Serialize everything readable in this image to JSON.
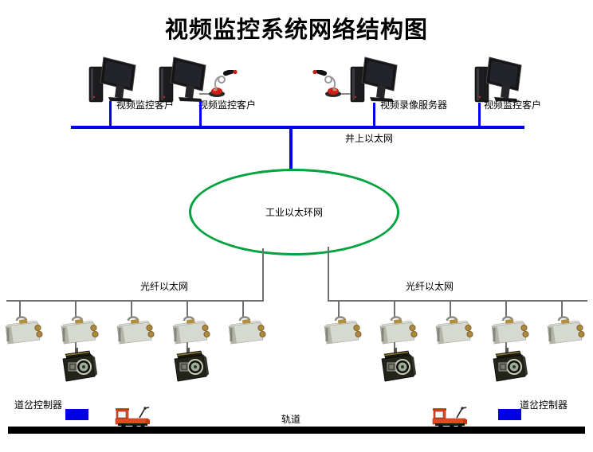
{
  "title": "视频监控系统网络结构图",
  "surface_network": {
    "label": "井上以太网",
    "nodes": [
      {
        "label": "视频监控客户",
        "mic": "none"
      },
      {
        "label": "视频监控客户",
        "mic": "right"
      },
      {
        "label": "视频录像服务器",
        "mic": "left"
      },
      {
        "label": "视频监控客户",
        "mic": "none"
      }
    ]
  },
  "ring_network": {
    "label": "工业以太环网"
  },
  "fiber_networks": [
    {
      "label": "光纤以太网",
      "white_cameras": 5,
      "black_cameras": 2
    },
    {
      "label": "光纤以太网",
      "white_cameras": 5,
      "black_cameras": 2
    }
  ],
  "ground": {
    "controllers": [
      {
        "label": "道岔控制器"
      },
      {
        "label": "道岔控制器"
      }
    ],
    "track_label": "轨道",
    "locomotives": 2
  },
  "colors": {
    "network_blue": "#0000ee",
    "ring_green": "#00a33e",
    "fiber_gray": "#707070",
    "controller_blue": "#0000e0",
    "track_black": "#000000",
    "locomotive_orange": "#e64a1f"
  }
}
